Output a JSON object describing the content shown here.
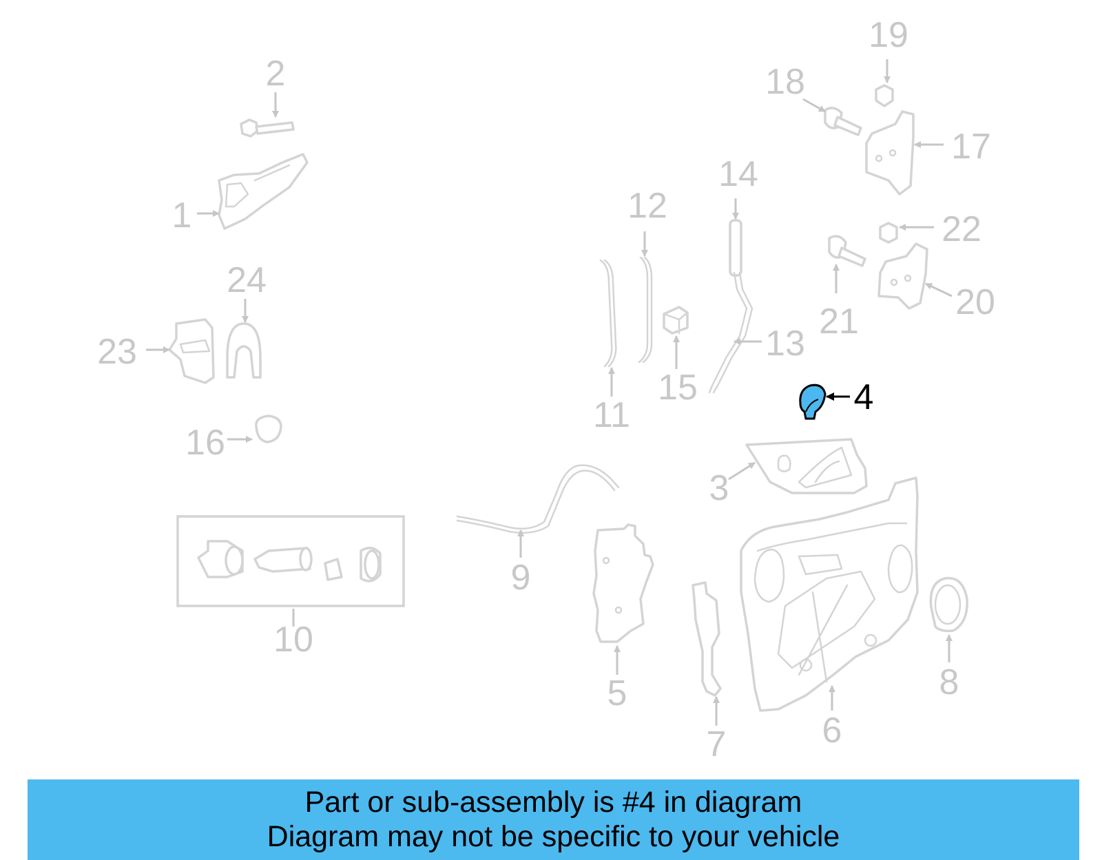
{
  "diagram": {
    "highlighted_part": "4",
    "highlight_color": "#4db8ef",
    "callouts": {
      "c1": "1",
      "c2": "2",
      "c3": "3",
      "c4": "4",
      "c5": "5",
      "c6": "6",
      "c7": "7",
      "c8": "8",
      "c9": "9",
      "c10": "10",
      "c11": "11",
      "c12": "12",
      "c13": "13",
      "c14": "14",
      "c15": "15",
      "c16": "16",
      "c17": "17",
      "c18": "18",
      "c19": "19",
      "c20": "20",
      "c21": "21",
      "c22": "22",
      "c23": "23",
      "c24": "24"
    }
  },
  "footer": {
    "line1": "Part or sub-assembly is #4 in diagram",
    "line2": "Diagram may not be specific to your vehicle",
    "background_color": "#4cb9ef"
  }
}
